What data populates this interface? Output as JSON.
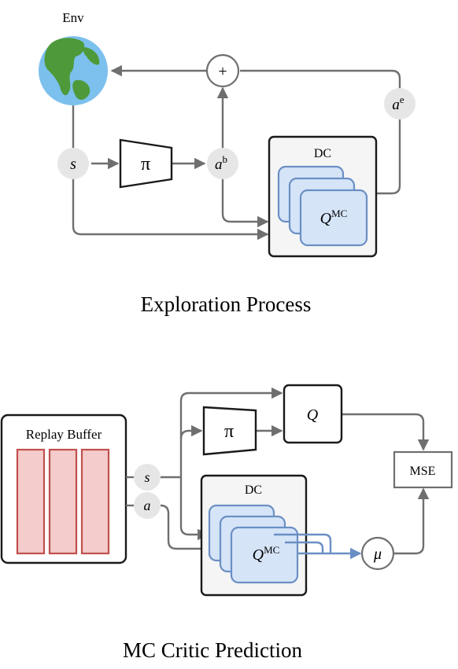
{
  "top": {
    "env_label": "Env",
    "plus_symbol": "+",
    "state_label": "s",
    "policy_symbol": "π",
    "action_base": "a",
    "action_base_sup": "b",
    "action_expl": "a",
    "action_expl_sup": "e",
    "dc_label": "DC",
    "qmc_base": "Q",
    "qmc_sup": "MC",
    "caption": "Exploration Process"
  },
  "bottom": {
    "buffer_label": "Replay Buffer",
    "state_label": "s",
    "action_label": "a",
    "policy_symbol": "π",
    "q_label": "Q",
    "mse_label": "MSE",
    "dc_label": "DC",
    "qmc_base": "Q",
    "qmc_sup": "MC",
    "mu_label": "μ",
    "caption": "MC Critic Prediction"
  },
  "colors": {
    "wire": "#6f6f6f",
    "q_fill": "#d6e4f8",
    "q_stroke": "#6a8fc4",
    "buffer_fill": "#f4cccc",
    "buffer_stroke": "#c0504d",
    "node_fill": "#e6e6e6"
  }
}
